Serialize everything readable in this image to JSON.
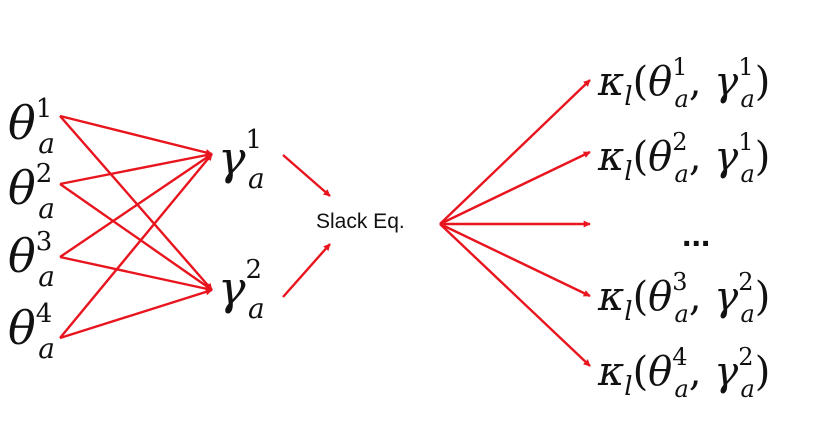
{
  "colors": {
    "arrow": "#e8141e",
    "text": "#111111",
    "background": "#ffffff"
  },
  "diagram": {
    "thetas": [
      {
        "base": "θ",
        "sub": "a",
        "sup": "1"
      },
      {
        "base": "θ",
        "sub": "a",
        "sup": "2"
      },
      {
        "base": "θ",
        "sub": "a",
        "sup": "3"
      },
      {
        "base": "θ",
        "sub": "a",
        "sup": "4"
      }
    ],
    "gammas": [
      {
        "base": "γ",
        "sub": "a",
        "sup": "1"
      },
      {
        "base": "γ",
        "sub": "a",
        "sup": "2"
      }
    ],
    "center_label": "Slack Eq.",
    "outputs": [
      {
        "kappa": "κ",
        "kappa_sub": "l",
        "theta_sup": "1",
        "gamma_sup": "1",
        "a": "a"
      },
      {
        "kappa": "κ",
        "kappa_sub": "l",
        "theta_sup": "2",
        "gamma_sup": "1",
        "a": "a"
      },
      {
        "kappa": "κ",
        "kappa_sub": "l",
        "theta_sup": "3",
        "gamma_sup": "2",
        "a": "a"
      },
      {
        "kappa": "κ",
        "kappa_sub": "l",
        "theta_sup": "4",
        "gamma_sup": "2",
        "a": "a"
      }
    ],
    "ellipsis": "...",
    "edges_theta_to_gamma": [
      [
        0,
        0
      ],
      [
        0,
        1
      ],
      [
        1,
        0
      ],
      [
        1,
        1
      ],
      [
        2,
        0
      ],
      [
        2,
        1
      ],
      [
        3,
        0
      ],
      [
        3,
        1
      ]
    ],
    "edges_gamma_to_center": [
      0,
      1
    ],
    "edges_center_to_output": [
      "out0",
      "out1",
      "ellipsis",
      "out2",
      "out3"
    ]
  }
}
